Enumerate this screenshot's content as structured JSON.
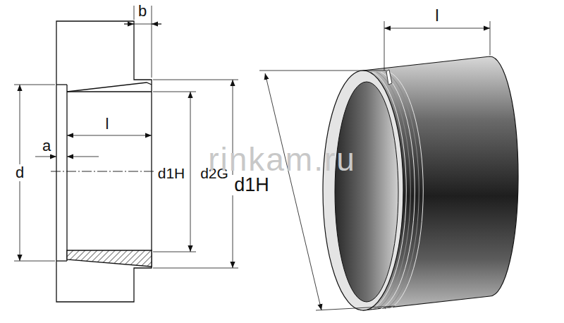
{
  "diagram": {
    "labels": [
      "b",
      "a",
      "l",
      "d",
      "d1H",
      "d2G",
      "rinkam.ru",
      "l",
      "d1H"
    ]
  }
}
